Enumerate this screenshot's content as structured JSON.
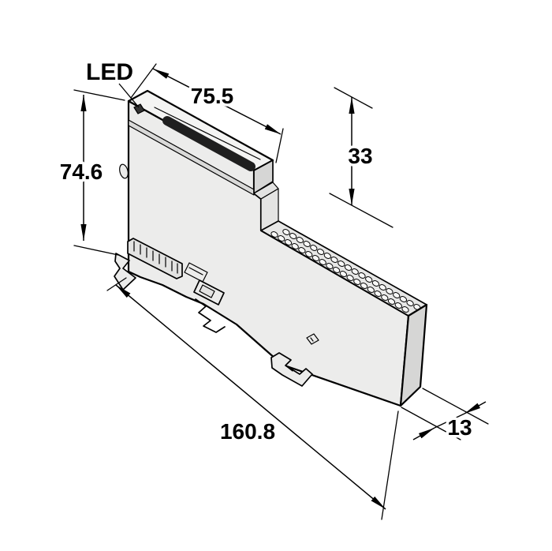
{
  "diagram": {
    "type": "isometric-dimension-drawing",
    "labels": {
      "led": "LED",
      "top_width": "75.5",
      "depth": "33",
      "height": "74.6",
      "length": "160.8",
      "width": "13"
    },
    "colors": {
      "background": "#ffffff",
      "line": "#000000",
      "body": "#ececeb",
      "top": "#f4f4f3",
      "side": "#d6d6d5",
      "shade": "#d9d9d8",
      "step": "#e3e3e2",
      "terminal_face": "#e7e7e6",
      "window": "#1f1f1f",
      "contact": "#f8f8f7",
      "detail": "#e4e4e3"
    },
    "module": {
      "terminals": {
        "rows": 2,
        "per_row": 20,
        "contact_fill": "#f8f8f7"
      }
    }
  }
}
